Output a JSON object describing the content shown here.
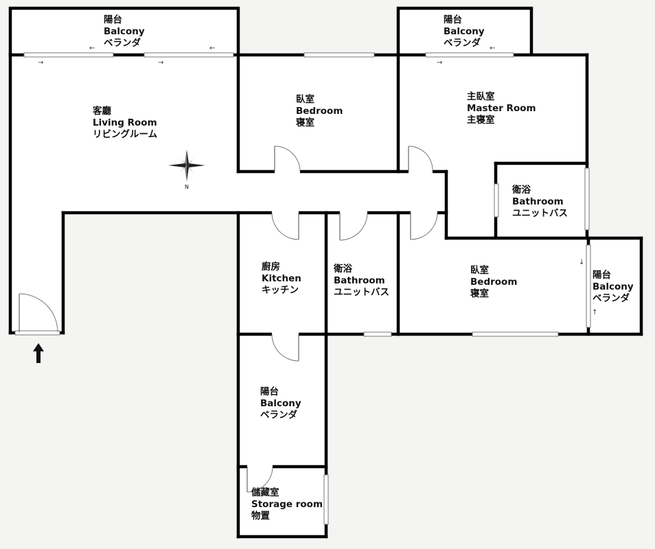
{
  "rooms": {
    "balcony_left": {
      "zh": "陽台",
      "en": "Balcony",
      "ja": "ベランダ"
    },
    "balcony_mid": {
      "zh": "陽台",
      "en": "Balcony",
      "ja": "ベランダ"
    },
    "living": {
      "zh": "客廳",
      "en": "Living Room",
      "ja": "リビングルーム"
    },
    "bedroom_top": {
      "zh": "臥室",
      "en": "Bedroom",
      "ja": "寝室"
    },
    "master": {
      "zh": "主臥室",
      "en": "Master Room",
      "ja": "主寝室"
    },
    "bath_master": {
      "zh": "衛浴",
      "en": "Bathroom",
      "ja": "ユニットバス"
    },
    "kitchen": {
      "zh": "廚房",
      "en": "Kitchen",
      "ja": "キッチン"
    },
    "bath_center": {
      "zh": "衛浴",
      "en": "Bathroom",
      "ja": "ユニットバス"
    },
    "bedroom_bottom": {
      "zh": "臥室",
      "en": "Bedroom",
      "ja": "寝室"
    },
    "balcony_right": {
      "zh": "陽台",
      "en": "Balcony",
      "ja": "ベランダ"
    },
    "balcony_bottom": {
      "zh": "陽台",
      "en": "Balcony",
      "ja": "ベランダ"
    },
    "storage": {
      "zh": "儲藏室",
      "en": "Storage room",
      "ja": "物置"
    }
  },
  "compass": {
    "north_label": "N"
  },
  "icons": {
    "compass": "compass-rose-icon",
    "entrance": "entrance-arrow-icon"
  }
}
